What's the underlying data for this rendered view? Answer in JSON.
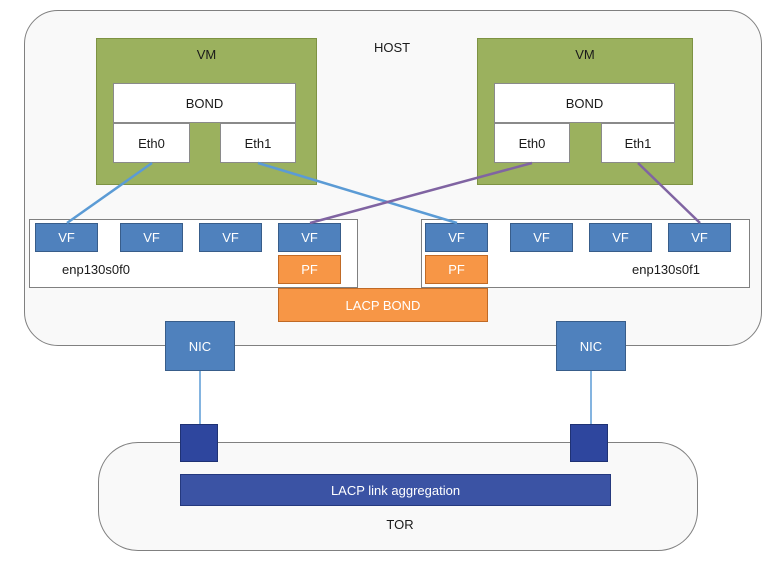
{
  "host": {
    "label": "HOST"
  },
  "vms": [
    {
      "label": "VM",
      "bond": "BOND",
      "eth0": "Eth0",
      "eth1": "Eth1"
    },
    {
      "label": "VM",
      "bond": "BOND",
      "eth0": "Eth0",
      "eth1": "Eth1"
    }
  ],
  "nic_groups": [
    {
      "name": "enp130s0f0",
      "vf_labels": [
        "VF",
        "VF",
        "VF",
        "VF"
      ],
      "pf_label": "PF"
    },
    {
      "name": "enp130s0f1",
      "vf_labels": [
        "VF",
        "VF",
        "VF",
        "VF"
      ],
      "pf_label": "PF"
    }
  ],
  "lacp_bond": "LACP BOND",
  "nics": [
    "NIC",
    "NIC"
  ],
  "tor": {
    "label": "TOR",
    "aggregation": "LACP link aggregation"
  },
  "colors": {
    "vm_fill": "#9bb15e",
    "vf_fill": "#4f81bd",
    "pf_fill": "#f79646",
    "lacp_fill": "#3b53a4",
    "vm1_link": "#5b9bd5",
    "vm2_link": "#8064a2"
  }
}
